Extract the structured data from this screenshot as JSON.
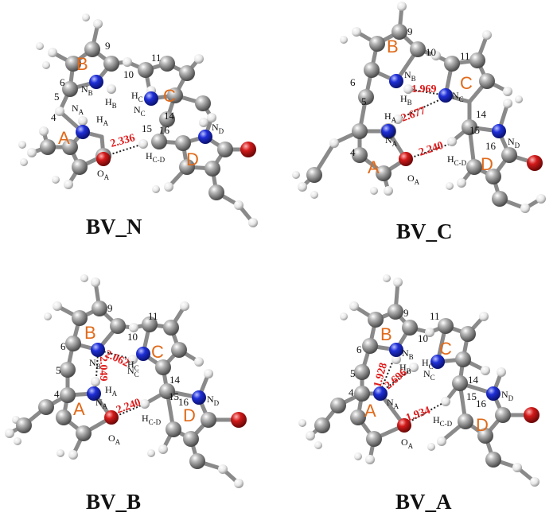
{
  "colors": {
    "carbon": "#8e8e8e",
    "hydrogen": "#f2f2f2",
    "nitrogen": "#1f2fd6",
    "oxygen": "#d21a1a",
    "ring_letter": "#e06a1a",
    "distance": "#e01b1b"
  },
  "panels": [
    {
      "id": "bv_n",
      "title": "BV_N",
      "ring_letters": [
        "A",
        "B",
        "C",
        "D"
      ],
      "numbers": [
        "4",
        "5",
        "6",
        "9",
        "10",
        "11",
        "14",
        "15",
        "16"
      ],
      "atoms": [
        "N_A",
        "N_B",
        "N_C",
        "N_D",
        "H_A",
        "H_B",
        "H_C",
        "H_C-D",
        "O_A"
      ],
      "distances": [
        "2.336"
      ]
    },
    {
      "id": "bv_c",
      "title": "BV_C",
      "ring_letters": [
        "A",
        "B",
        "C",
        "D"
      ],
      "numbers": [
        "4",
        "5",
        "6",
        "9",
        "10",
        "11",
        "14",
        "15",
        "16"
      ],
      "atoms": [
        "N_A",
        "N_B",
        "N_C",
        "N_D",
        "H_A",
        "H_B",
        "H_C-D",
        "O_A"
      ],
      "distances": [
        "1.969",
        "2.677",
        "2.240"
      ]
    },
    {
      "id": "bv_b",
      "title": "BV_B",
      "ring_letters": [
        "A",
        "B",
        "C",
        "D"
      ],
      "numbers": [
        "4",
        "5",
        "6",
        "9",
        "10",
        "11",
        "14",
        "15",
        "16"
      ],
      "atoms": [
        "N_A",
        "N_B",
        "N_C",
        "N_D",
        "H_A",
        "H_C",
        "H_C-D",
        "O_A"
      ],
      "distances": [
        "2.062",
        "2.049",
        "2.240"
      ]
    },
    {
      "id": "bv_a",
      "title": "BV_A",
      "ring_letters": [
        "A",
        "B",
        "C",
        "D"
      ],
      "numbers": [
        "4",
        "5",
        "6",
        "9",
        "10",
        "11",
        "14",
        "15",
        "16"
      ],
      "atoms": [
        "N_A",
        "N_B",
        "N_C",
        "N_D",
        "H_B",
        "H_C",
        "H_C-D",
        "O_A"
      ],
      "distances": [
        "1.928",
        "2.696",
        "1.934"
      ]
    }
  ]
}
